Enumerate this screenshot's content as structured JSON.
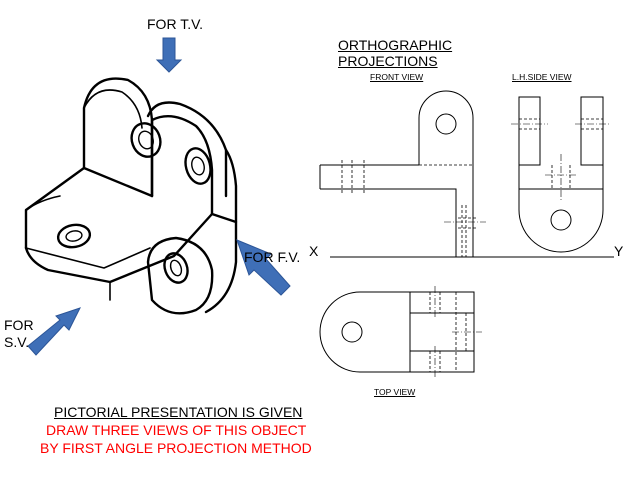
{
  "labels": {
    "for_tv": "FOR T.V.",
    "for_fv": "FOR F.V.",
    "for_sv_line1": "FOR",
    "for_sv_line2": "S.V.",
    "ortho_line1": "ORTHOGRAPHIC",
    "ortho_line2": "PROJECTIONS",
    "front_view": "FRONT VIEW",
    "lh_side_view": "L.H.SIDE VIEW",
    "top_view": "TOP VIEW",
    "x_mark": "X",
    "y_mark": "Y"
  },
  "caption": {
    "title": "PICTORIAL PRESENTATION IS GIVEN",
    "instruction_line1": "DRAW THREE VIEWS OF THIS OBJECT",
    "instruction_line2": "BY FIRST ANGLE PROJECTION METHOD"
  },
  "colors": {
    "arrow_fill": "#3f6fb7",
    "arrow_stroke": "#2c5597",
    "instruction_text": "#ff0000"
  }
}
